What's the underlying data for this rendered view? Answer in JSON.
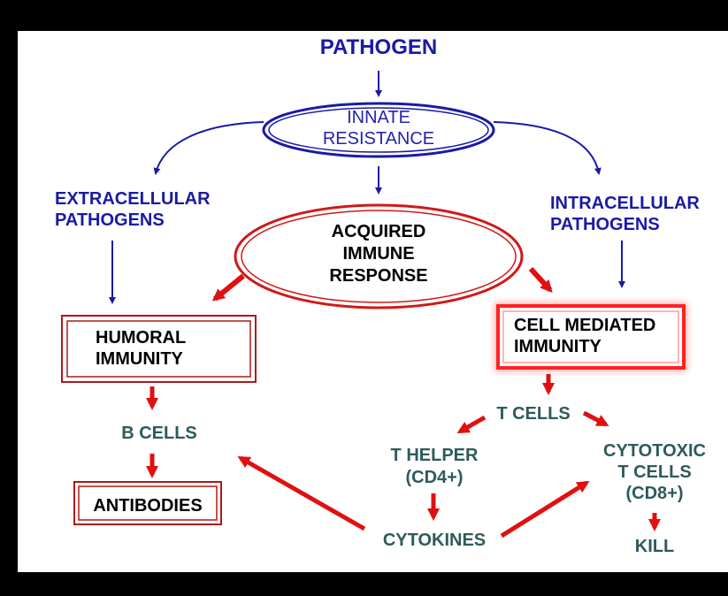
{
  "diagram": {
    "title": "PATHOGEN",
    "innate": "INNATE\nRESISTANCE",
    "extracellular": "EXTRACELLULAR\nPATHOGENS",
    "intracellular": "INTRACELLULAR\nPATHOGENS",
    "acquired": "ACQUIRED\nIMMUNE\nRESPONSE",
    "humoral": "HUMORAL\nIMMUNITY",
    "cell_mediated": "CELL MEDIATED\nIMMUNITY",
    "b_cells": "B CELLS",
    "antibodies": "ANTIBODIES",
    "t_cells": "T CELLS",
    "t_helper": "T HELPER\n(CD4+)",
    "cytotoxic": "CYTOTOXIC\nT CELLS\n(CD8+)",
    "cytokines": "CYTOKINES",
    "kill": "KILL",
    "colors": {
      "blue": "#1a1aa6",
      "red": "#e01010",
      "teal": "#2e5a5a"
    }
  }
}
